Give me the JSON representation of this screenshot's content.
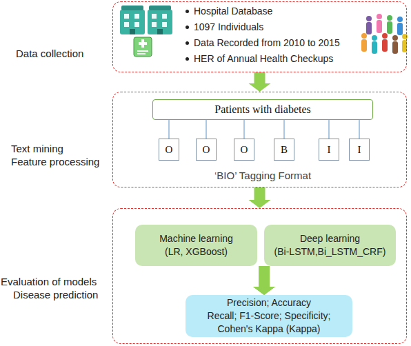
{
  "diagram": {
    "nodes": [
      {
        "text": [
          "Data collection",
          "Hospital Database",
          "1097 Individuals",
          "Data Recorded from 2010 to 2015",
          "HER of Annual Health Checkups"
        ]
      },
      {
        "text": [
          "Text mining",
          "Feature processing",
          "‘BIO’ Tagging Format"
        ]
      },
      {
        "text": [
          "Patients with diabetes"
        ],
        "in": 1
      },
      {
        "text": [
          "O"
        ],
        "in": 1
      },
      {
        "text": [
          "O"
        ],
        "in": 1
      },
      {
        "text": [
          "O"
        ],
        "in": 1
      },
      {
        "text": [
          "B"
        ],
        "in": 1
      },
      {
        "text": [
          "I"
        ],
        "in": 1
      },
      {
        "text": [
          "I"
        ],
        "in": 1
      },
      {
        "text": [
          "Evaluation of models",
          "Disease prediction"
        ]
      },
      {
        "text": [
          "Machine learning",
          "(LR, XGBoost)"
        ],
        "in": 9
      },
      {
        "text": [
          "Deep learning",
          "(Bi-LSTM,Bi_LSTM_CRF)"
        ],
        "in": 9
      },
      {
        "text": [
          "Precision; Accuracy",
          "Recall; F1-Score; Specificity;",
          "Cohen's Kappa (Kappa)"
        ],
        "in": 9
      }
    ],
    "edges": [
      {
        "from": 0,
        "to": 1,
        "arrow": "to"
      },
      {
        "from": 1,
        "to": 9,
        "arrow": "to"
      },
      {
        "from": 2,
        "to": 3,
        "arrow": "none"
      },
      {
        "from": 2,
        "to": 4,
        "arrow": "none"
      },
      {
        "from": 2,
        "to": 5,
        "arrow": "none"
      },
      {
        "from": 2,
        "to": 6,
        "arrow": "none"
      },
      {
        "from": 2,
        "to": 7,
        "arrow": "none"
      },
      {
        "from": 2,
        "to": 8,
        "arrow": "none"
      },
      {
        "from": 10,
        "to": 12,
        "arrow": "to"
      },
      {
        "from": 11,
        "to": 12,
        "arrow": "to"
      }
    ]
  }
}
